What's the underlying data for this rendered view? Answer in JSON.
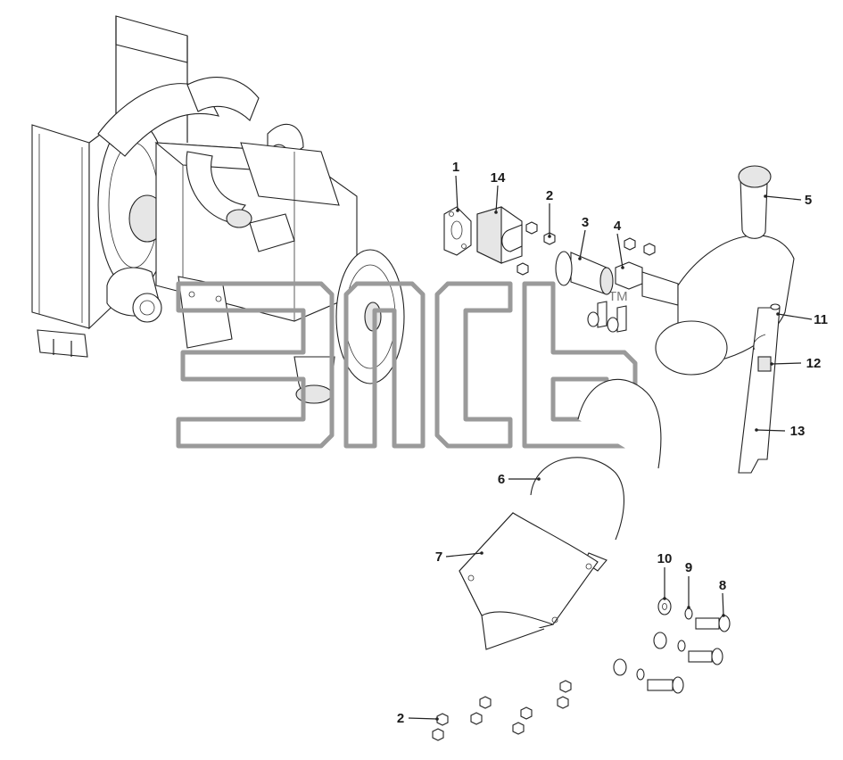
{
  "diagram": {
    "callouts": [
      {
        "id": "c1",
        "label": "1"
      },
      {
        "id": "c14",
        "label": "14"
      },
      {
        "id": "c2a",
        "label": "2"
      },
      {
        "id": "c3",
        "label": "3"
      },
      {
        "id": "c4",
        "label": "4"
      },
      {
        "id": "c5",
        "label": "5"
      },
      {
        "id": "c11",
        "label": "11"
      },
      {
        "id": "c12",
        "label": "12"
      },
      {
        "id": "c13",
        "label": "13"
      },
      {
        "id": "c6",
        "label": "6"
      },
      {
        "id": "c7",
        "label": "7"
      },
      {
        "id": "c10",
        "label": "10"
      },
      {
        "id": "c9",
        "label": "9"
      },
      {
        "id": "c8",
        "label": "8"
      },
      {
        "id": "c2b",
        "label": "2"
      }
    ]
  },
  "watermark": {
    "mark": "TM",
    "color": "#9a9a9a"
  },
  "colors": {
    "line": "#222222",
    "background": "#ffffff"
  }
}
